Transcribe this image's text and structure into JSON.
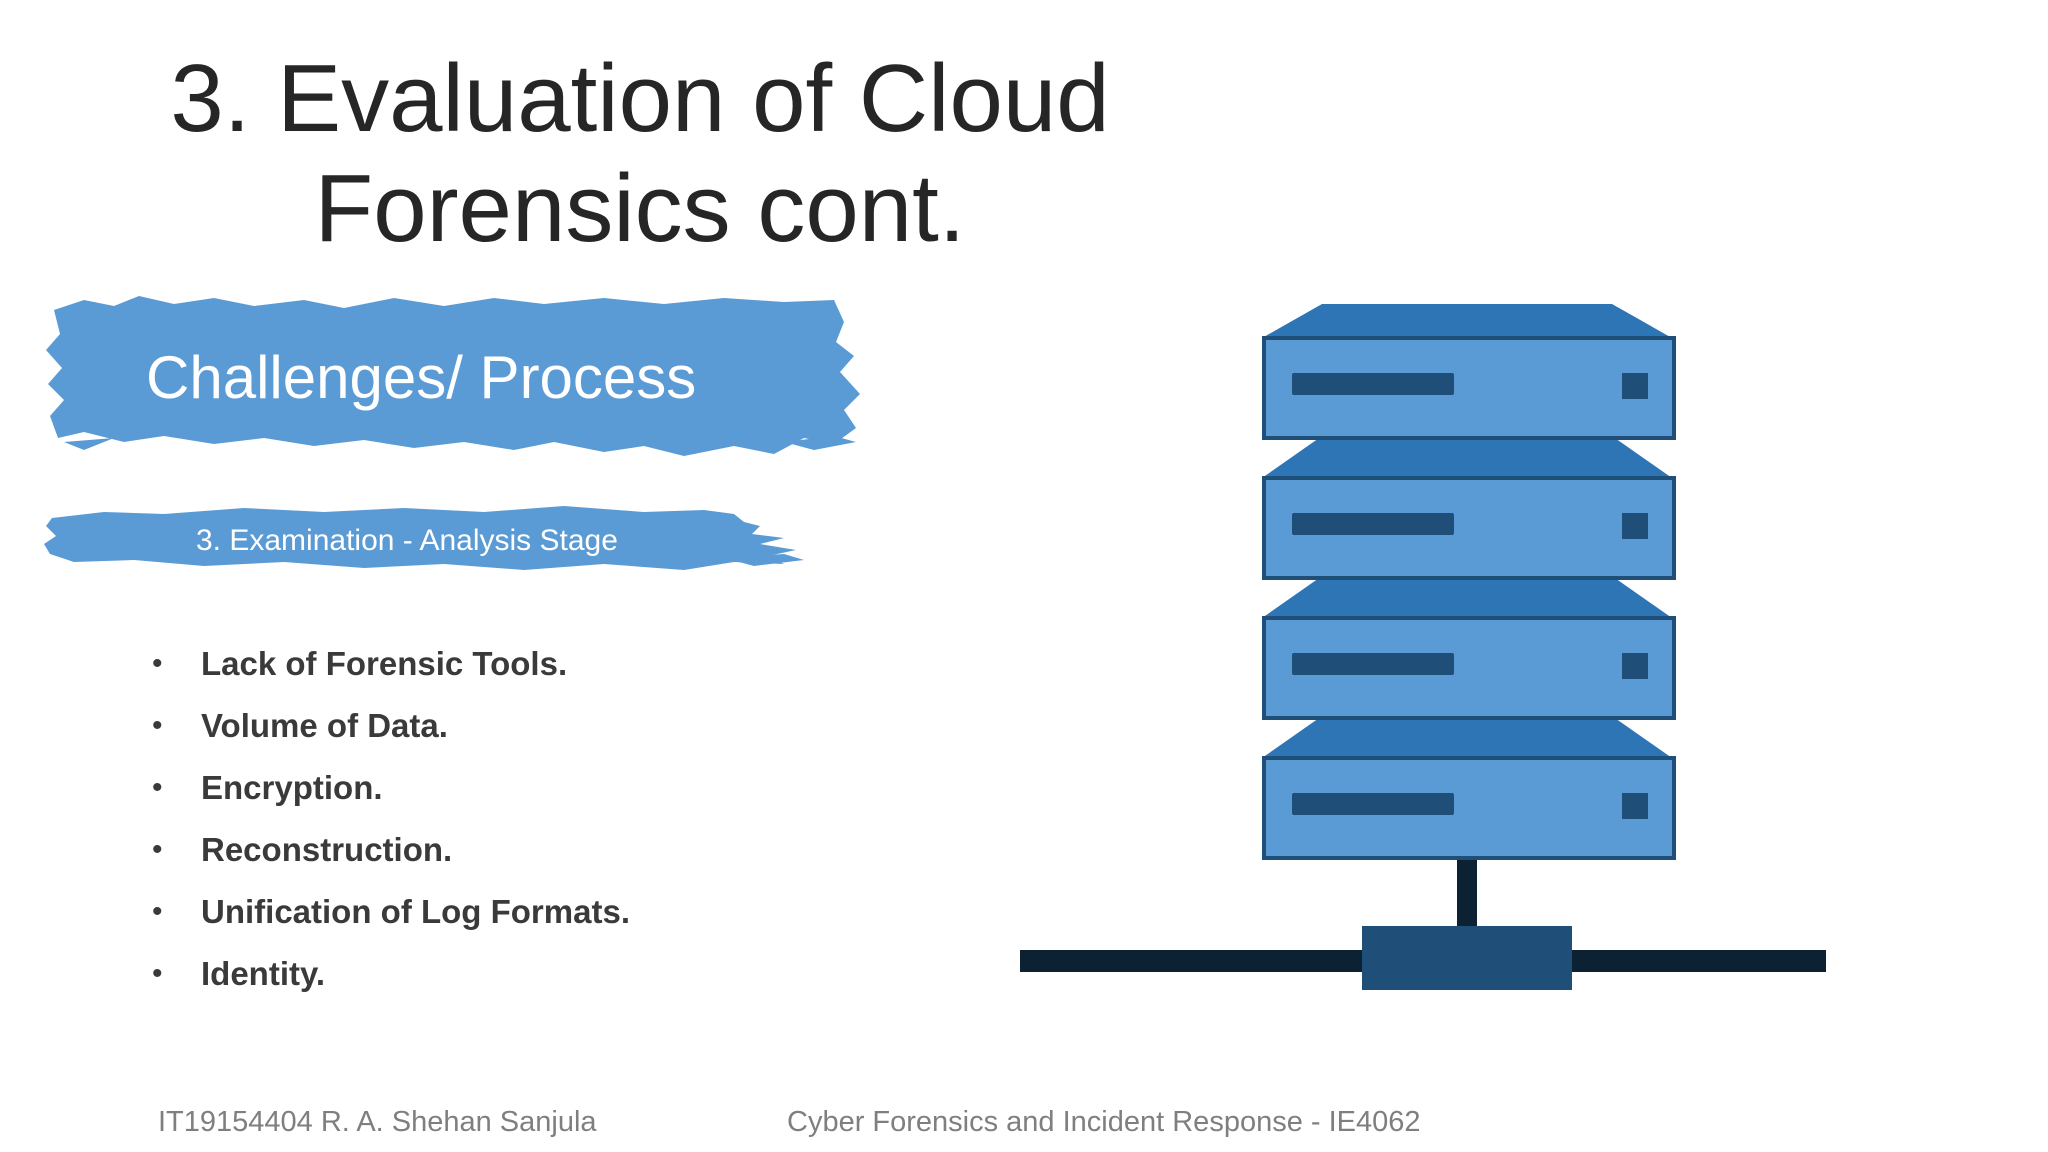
{
  "slide": {
    "title_line1": "3. Evaluation of Cloud",
    "title_line2": "Forensics cont.",
    "section_label": "Challenges/ Process",
    "stage_label": "3. Examination - Analysis Stage",
    "bullet_symbol": "•",
    "bullets": [
      "Lack of Forensic Tools.",
      "Volume of Data.",
      "Encryption.",
      "Reconstruction.",
      "Unification of Log Formats.",
      "Identity."
    ]
  },
  "footer": {
    "author": "IT19154404 R. A. Shehan Sanjula",
    "course": "Cyber Forensics and Incident Response - IE4062"
  },
  "colors": {
    "title_text": "#262626",
    "brush_fill": "#5b9bd5",
    "bullet_text": "#3a3a3a",
    "footer_text": "#7f7f7f",
    "server_front": "#5b9bd5",
    "server_top": "#2e75b6",
    "server_detail": "#1f4e79",
    "network_line": "#0c2233"
  },
  "icons": {
    "illustration": "server-rack-icon"
  }
}
